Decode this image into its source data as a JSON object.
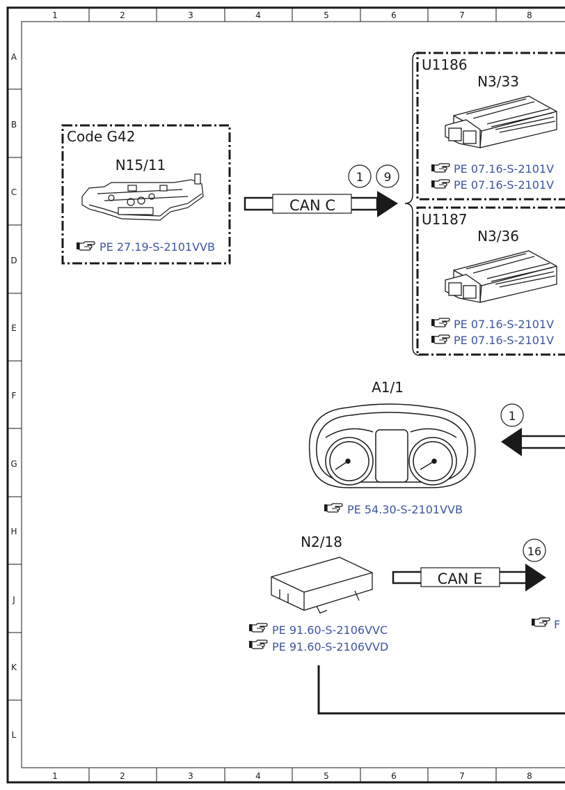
{
  "grid": {
    "columns": [
      "1",
      "2",
      "3",
      "4",
      "5",
      "6",
      "7",
      "8"
    ],
    "rows": [
      "A",
      "B",
      "C",
      "D",
      "E",
      "F",
      "G",
      "H",
      "J",
      "K",
      "L"
    ]
  },
  "components": {
    "n15_11": {
      "code": "Code G42",
      "name": "N15/11",
      "refs": [
        "PE 27.19-S-2101VVB"
      ]
    },
    "u1186": {
      "group": "U1186",
      "name": "N3/33",
      "refs": [
        "PE 07.16-S-2101V",
        "PE 07.16-S-2101V"
      ]
    },
    "u1187": {
      "group": "U1187",
      "name": "N3/36",
      "refs": [
        "PE 07.16-S-2101V",
        "PE 07.16-S-2101V"
      ]
    },
    "a1_1": {
      "name": "A1/1",
      "refs": [
        "PE 54.30-S-2101VVB"
      ]
    },
    "n2_18": {
      "name": "N2/18",
      "refs": [
        "PE 91.60-S-2106VVC",
        "PE 91.60-S-2106VVD"
      ]
    },
    "partial_right": {
      "refs": [
        "F"
      ]
    }
  },
  "connections": {
    "can_c": {
      "label": "CAN C",
      "markers": [
        "1",
        "9"
      ]
    },
    "a1_input": {
      "markers": [
        "1"
      ]
    },
    "can_e": {
      "label": "CAN E",
      "markers": [
        "16"
      ]
    }
  },
  "colors": {
    "reference_link": "#3d55a0",
    "line": "#1a1a1a"
  },
  "icons": {
    "reference": "pointing-hand-icon"
  }
}
